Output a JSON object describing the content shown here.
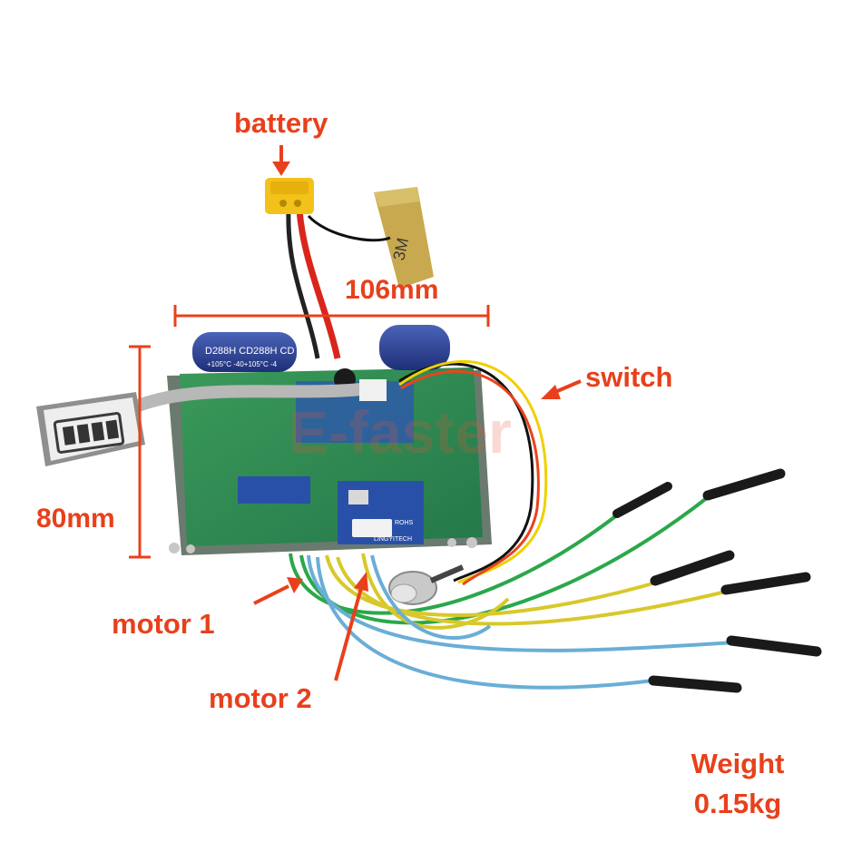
{
  "labels": {
    "battery": "battery",
    "switch": "switch",
    "motor1": "motor 1",
    "motor2": "motor 2"
  },
  "dimensions": {
    "width": "106mm",
    "height": "80mm"
  },
  "weight": {
    "title": "Weight",
    "value": "0.15kg"
  },
  "watermark": "E-faster",
  "board_markings": {
    "cap_left": "D288H  CD288H  CD",
    "cap_left_rating": "+105°C  -40+105°C  -4",
    "rohs": "ROHS",
    "brand": "LINGYITECH",
    "connector_logo": "3M"
  },
  "colors": {
    "annotation": "#e8401c",
    "pcb": "#2f8a4e",
    "wire_green": "#2aa84a",
    "wire_yellow": "#d8c82a",
    "wire_blue": "#6aaed6",
    "wire_red": "#e0361c",
    "connector": "#f2c21a"
  }
}
